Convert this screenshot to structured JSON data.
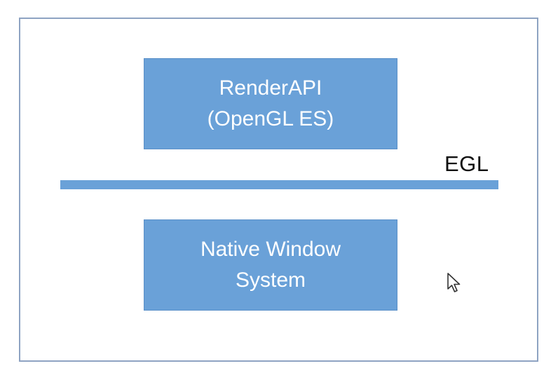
{
  "diagram": {
    "top_box": {
      "line1": "RenderAPI",
      "line2": "(OpenGL ES)"
    },
    "divider_label": "EGL",
    "bottom_box": {
      "line1": "Native Window",
      "line2": "System"
    }
  },
  "colors": {
    "box_fill": "#6aa1d8",
    "divider": "#6aa1d8",
    "frame_border": "#8ea3c2"
  },
  "icons": {
    "cursor": "mouse-pointer-icon"
  }
}
